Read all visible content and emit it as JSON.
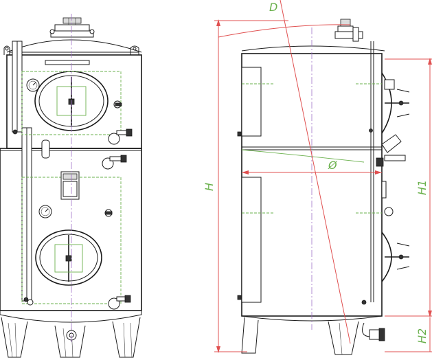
{
  "dimensions": {
    "diameter_symbol": "D",
    "height_symbol": "H",
    "height1_symbol": "H1",
    "height2_symbol": "H2",
    "diameter_internal_symbol": "Ø"
  },
  "colors": {
    "outline": "#1a1a1a",
    "dimension_line": "#e05050",
    "dimension_text": "#6ab04c",
    "construction_line": "#6ab04c",
    "centerline": "#a070c8"
  }
}
